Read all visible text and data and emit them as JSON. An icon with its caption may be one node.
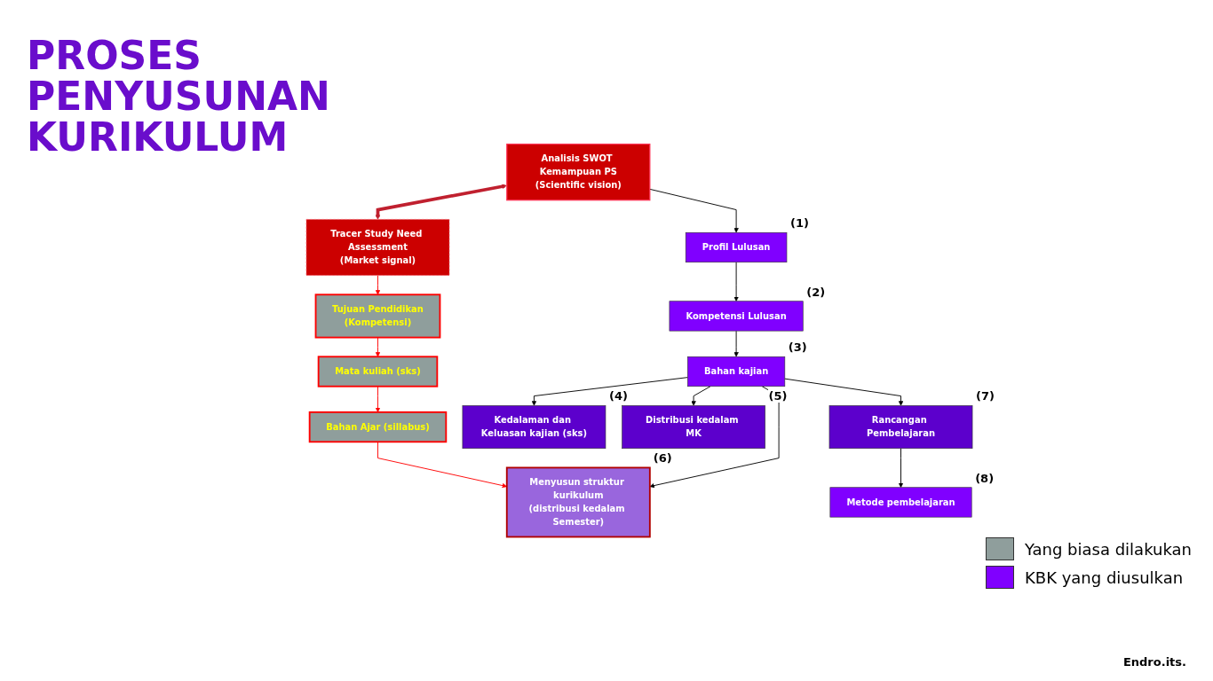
{
  "diagram": {
    "title": "PROSES PENYUSUNAN KURIKULUM",
    "nodes": [
      {
        "text": [
          "Analisis SWOT Kemampuan PS",
          "(Scientific vision)"
        ]
      },
      {
        "text": [
          "Tracer Study Need Assessment",
          "(Market signal)"
        ]
      },
      {
        "text": [
          "Profil Lulusan"
        ],
        "beside": [
          "(1)"
        ]
      },
      {
        "text": [
          "Tujuan Pendidikan",
          "(Kompetensi)"
        ]
      },
      {
        "text": [
          "Kompetensi Lulusan"
        ],
        "beside": [
          "(2)"
        ]
      },
      {
        "text": [
          "Mata kuliah (sks)"
        ]
      },
      {
        "text": [
          "Bahan kajian"
        ],
        "beside": [
          "(3)"
        ]
      },
      {
        "text": [
          "Bahan Ajar (sillabus)"
        ]
      },
      {
        "text": [
          "Kedalaman dan Keluasan kajian (sks)"
        ],
        "beside": [
          "(4)"
        ]
      },
      {
        "text": [
          "Distribusi kedalam MK"
        ],
        "beside": [
          "(5)"
        ]
      },
      {
        "text": [
          "Rancangan Pembelajaran"
        ],
        "beside": [
          "(7)"
        ]
      },
      {
        "text": [
          "Menyusun struktur kurikulum",
          "(distribusi kedalam Semester)"
        ],
        "beside": [
          "(6)"
        ]
      },
      {
        "text": [
          "Metode pembelajaran"
        ],
        "beside": [
          "(8)"
        ]
      }
    ],
    "edges": [
      {
        "from": 0,
        "to": 1,
        "arrow": "both",
        "style": "thick",
        "color": "#c0202f"
      },
      {
        "from": 0,
        "to": 2,
        "arrow": "to"
      },
      {
        "from": 1,
        "to": 3,
        "arrow": "to",
        "color": "#ff0000"
      },
      {
        "from": 2,
        "to": 4,
        "arrow": "to"
      },
      {
        "from": 4,
        "to": 6,
        "arrow": "to"
      },
      {
        "from": 3,
        "to": 5,
        "arrow": "to",
        "color": "#ff0000"
      },
      {
        "from": 5,
        "to": 7,
        "arrow": "to",
        "color": "#ff0000"
      },
      {
        "from": 6,
        "to": 8,
        "arrow": "to"
      },
      {
        "from": 6,
        "to": 9,
        "arrow": "to"
      },
      {
        "from": 6,
        "to": 10,
        "arrow": "to"
      },
      {
        "from": 6,
        "to": 11,
        "arrow": "to"
      },
      {
        "from": 7,
        "to": 11,
        "arrow": "to",
        "color": "#ff0000"
      },
      {
        "from": 10,
        "to": 12,
        "arrow": "to"
      }
    ],
    "labels": [
      "Endro.its."
    ],
    "legend": [
      {
        "text": "Yang biasa dilakukan",
        "color": "#8f9e9c"
      },
      {
        "text": "KBK yang diusulkan",
        "color": "#8000ff"
      }
    ]
  }
}
